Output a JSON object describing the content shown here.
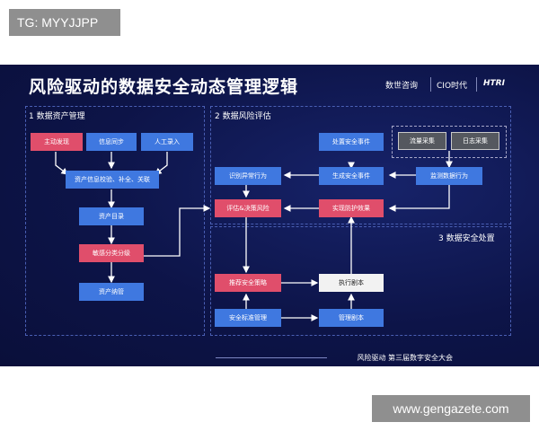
{
  "watermarks": {
    "top": "TG: MYYJJPP",
    "bottom": "www.gengazete.com"
  },
  "slide": {
    "title": "风险驱动的数据安全动态管理逻辑",
    "logos": [
      "数世咨询",
      "CIO时代",
      "HTRI"
    ],
    "footer": "风险驱动  第三届数字安全大会"
  },
  "sections": {
    "s1": "1 数据资产管理",
    "s2": "2 数据风险评估",
    "s3": "3 数据安全处置"
  },
  "boxes": {
    "active_discovery": "主动发现",
    "info_sync": "信息同步",
    "manual_entry": "人工录入",
    "asset_info": "资产信息校验、补全、关联",
    "asset_catalog": "资产目录",
    "classification": "敏感分类分级",
    "asset_intake": "资产纳管",
    "handle_event": "处置安全事件",
    "traffic_collect": "流量采集",
    "log_collect": "日志采集",
    "identify_abnormal": "识别异常行为",
    "generate_event": "生成安全事件",
    "monitor_behavior": "监测数据行为",
    "assess_risk": "评估&决策风险",
    "implement_protection": "实现防护效果",
    "recommend_policy": "推荐安全策略",
    "execute_script": "执行剧本",
    "security_standard": "安全标准管理",
    "manage_script": "管理剧本"
  }
}
